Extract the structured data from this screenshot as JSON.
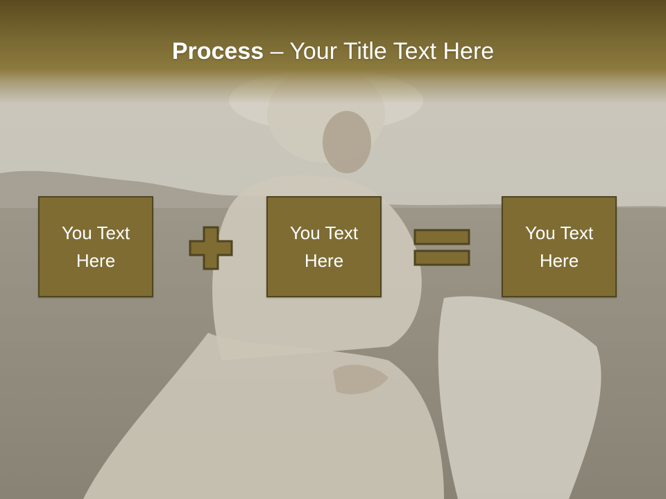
{
  "slide": {
    "title_bold": "Process",
    "title_rest": " – Your Title Text Here"
  },
  "boxes": [
    {
      "text": "You Text Here"
    },
    {
      "text": "You Text Here"
    },
    {
      "text": "You Text Here"
    }
  ],
  "operators": [
    "plus-icon",
    "equals-icon"
  ],
  "colors": {
    "accent": "#7e6c33",
    "accent_border": "#4f4520",
    "title_band": "#8c7a3d",
    "text": "#ffffff"
  }
}
